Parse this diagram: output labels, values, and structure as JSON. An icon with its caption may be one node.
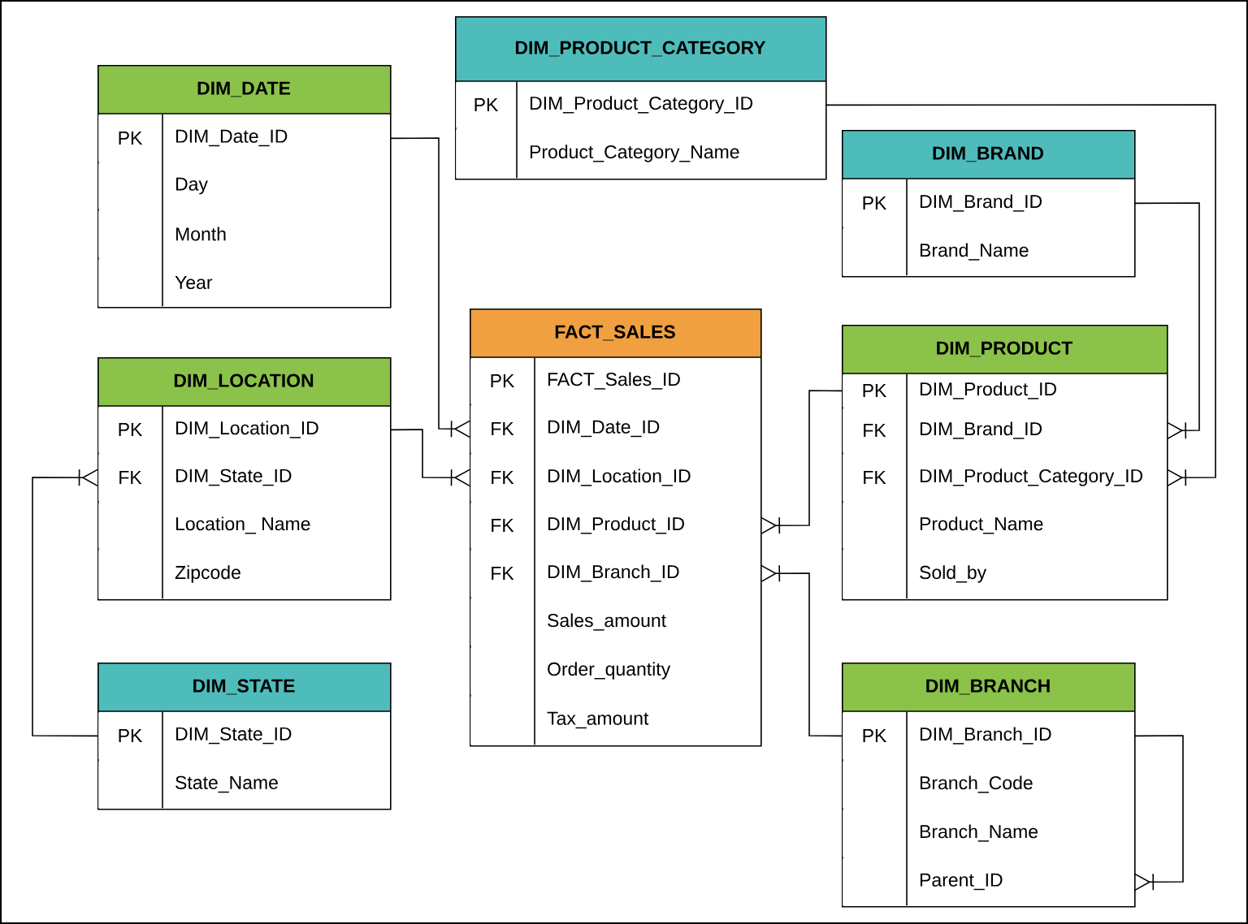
{
  "diagram": {
    "nodes": [
      {
        "text": [
          "DIM_DATE"
        ]
      },
      {
        "text": [
          "PK",
          "DIM_Date_ID"
        ],
        "in": 0
      },
      {
        "text": [
          "Day"
        ],
        "in": 0
      },
      {
        "text": [
          "Month"
        ],
        "in": 0
      },
      {
        "text": [
          "Year"
        ],
        "in": 0
      },
      {
        "text": [
          "DIM_PRODUCT_CATEGORY"
        ]
      },
      {
        "text": [
          "PK",
          "DIM_Product_Category_ID"
        ],
        "in": 5
      },
      {
        "text": [
          "Product_Category_Name"
        ],
        "in": 5
      },
      {
        "text": [
          "DIM_BRAND"
        ]
      },
      {
        "text": [
          "PK",
          "DIM_Brand_ID"
        ],
        "in": 8
      },
      {
        "text": [
          "Brand_Name"
        ],
        "in": 8
      },
      {
        "text": [
          "DIM_LOCATION"
        ]
      },
      {
        "text": [
          "PK",
          "DIM_Location_ID"
        ],
        "in": 11
      },
      {
        "text": [
          "FK",
          "DIM_State_ID"
        ],
        "in": 11
      },
      {
        "text": [
          "Location_ Name"
        ],
        "in": 11
      },
      {
        "text": [
          "Zipcode"
        ],
        "in": 11
      },
      {
        "text": [
          "FACT_SALES"
        ]
      },
      {
        "text": [
          "PK",
          "FACT_Sales_ID"
        ],
        "in": 16
      },
      {
        "text": [
          "FK",
          "DIM_Date_ID"
        ],
        "in": 16
      },
      {
        "text": [
          "FK",
          "DIM_Location_ID"
        ],
        "in": 16
      },
      {
        "text": [
          "FK",
          "DIM_Product_ID"
        ],
        "in": 16
      },
      {
        "text": [
          "FK",
          "DIM_Branch_ID"
        ],
        "in": 16
      },
      {
        "text": [
          "Sales_amount"
        ],
        "in": 16
      },
      {
        "text": [
          "Order_quantity"
        ],
        "in": 16
      },
      {
        "text": [
          "Tax_amount"
        ],
        "in": 16
      },
      {
        "text": [
          "DIM_PRODUCT"
        ]
      },
      {
        "text": [
          "PK",
          "DIM_Product_ID"
        ],
        "in": 25
      },
      {
        "text": [
          "FK",
          "DIM_Brand_ID"
        ],
        "in": 25
      },
      {
        "text": [
          "FK",
          "DIM_Product_Category_ID"
        ],
        "in": 25
      },
      {
        "text": [
          "Product_Name"
        ],
        "in": 25
      },
      {
        "text": [
          "Sold_by"
        ],
        "in": 25
      },
      {
        "text": [
          "DIM_STATE"
        ]
      },
      {
        "text": [
          "PK",
          "DIM_State_ID"
        ],
        "in": 31
      },
      {
        "text": [
          "State_Name"
        ],
        "in": 31
      },
      {
        "text": [
          "DIM_BRANCH"
        ]
      },
      {
        "text": [
          "PK",
          "DIM_Branch_ID"
        ],
        "in": 34
      },
      {
        "text": [
          "Branch_Code"
        ],
        "in": 34
      },
      {
        "text": [
          "Branch_Name"
        ],
        "in": 34
      },
      {
        "text": [
          "Parent_ID"
        ],
        "in": 34
      }
    ],
    "edges": [
      {
        "from": 1,
        "to": 18,
        "arrow": "other"
      },
      {
        "from": 12,
        "to": 19,
        "arrow": "other"
      },
      {
        "from": 32,
        "to": 13,
        "arrow": "other"
      },
      {
        "from": 26,
        "to": 20,
        "arrow": "other"
      },
      {
        "from": 35,
        "to": 21,
        "arrow": "other"
      },
      {
        "from": 6,
        "to": 28,
        "arrow": "other"
      },
      {
        "from": 9,
        "to": 27,
        "arrow": "other"
      },
      {
        "from": 35,
        "to": 38,
        "arrow": "other"
      }
    ]
  }
}
